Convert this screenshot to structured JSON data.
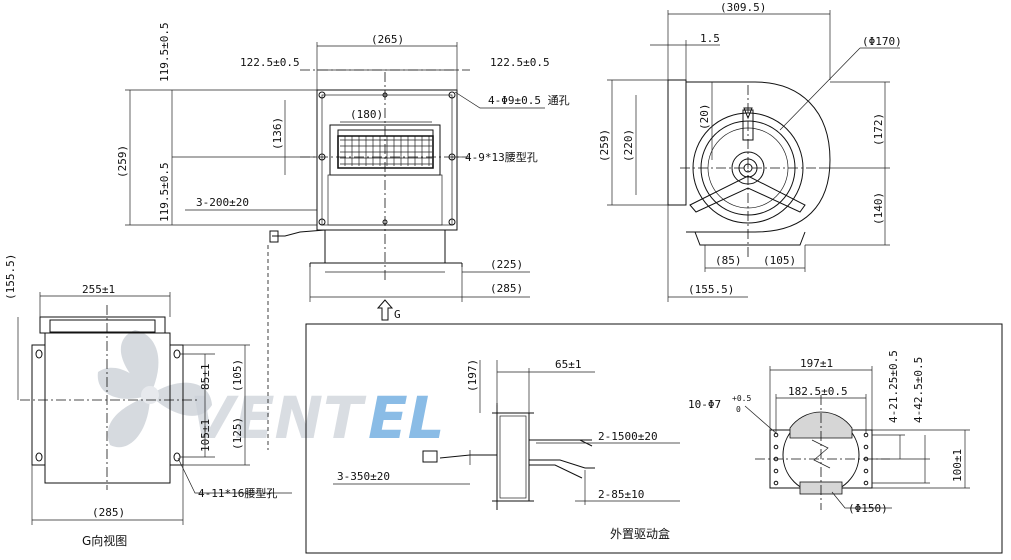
{
  "dimensions": {
    "top_view": {
      "d265": "(265)",
      "d122_left": "122.5±0.5",
      "d122_right": "122.5±0.5",
      "d180": "(180)",
      "d136": "(136)",
      "d259": "(259)",
      "d119_top": "119.5±0.5",
      "d119_bottom": "119.5±0.5",
      "d3_200": "3-200±20",
      "d225": "(225)",
      "d285": "(285)",
      "note_holes": "4-Φ9±0.5 通孔",
      "note_slots": "4-9*13腰型孔",
      "arrow_g": "G"
    },
    "side_view": {
      "d309": "(309.5)",
      "d1_5": "1.5",
      "d170": "(Φ170)",
      "d20": "(20)",
      "d259": "(259)",
      "d220": "(220)",
      "d172": "(172)",
      "d140": "(140)",
      "d85": "(85)",
      "d105": "(105)",
      "d155": "(155.5)"
    },
    "g_view": {
      "d155": "(155.5)",
      "d255": "255±1",
      "d85": "85±1",
      "d105_plus": "105±1",
      "d105": "(105)",
      "d125": "(125)",
      "d285": "(285)",
      "note_slots": "4-11*16腰型孔",
      "caption": "G向视图"
    },
    "drive_box": {
      "d197": "(197)",
      "d65": "65±1",
      "d2_1500": "2-1500±20",
      "d3_350": "3-350±20",
      "d2_85": "2-85±10",
      "caption": "外置驱动盒"
    },
    "drive_box_front": {
      "d197": "197±1",
      "d182": "182.5±0.5",
      "d10_hole_main": "10-Φ7",
      "d10_hole_sup": "+0.5",
      "d10_hole_sub": "0",
      "d4_21": "4-21.25±0.5",
      "d4_42": "4-42.5±0.5",
      "d100": "100±1",
      "d150": "(Φ150)"
    }
  },
  "watermark": {
    "text_a": "VENT",
    "text_b": "EL",
    "color_a": "#c4cad2",
    "color_b": "#2b86d1"
  }
}
